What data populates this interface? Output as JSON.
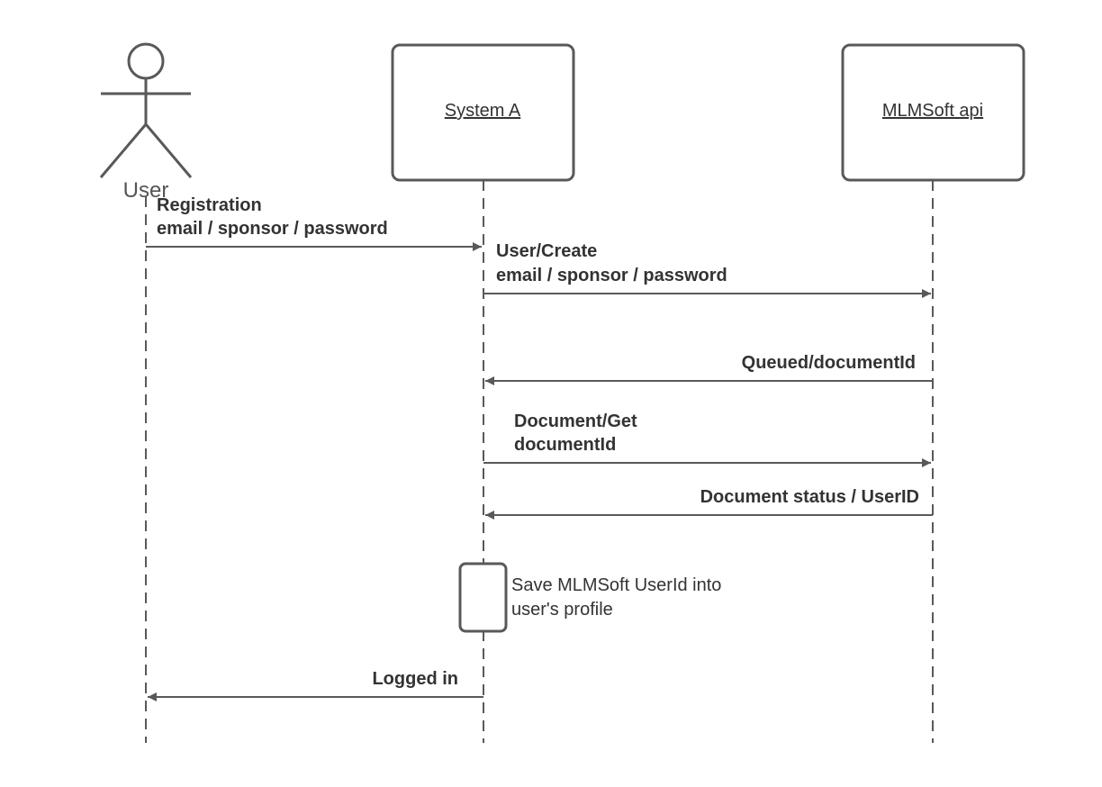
{
  "participants": {
    "user": "User",
    "system_a": "System A",
    "mlmsoft": "MLMSoft api"
  },
  "messages": {
    "registration": {
      "line1": "Registration",
      "line2": "email / sponsor / password"
    },
    "user_create": {
      "line1": "User/Create",
      "line2": "email / sponsor / password"
    },
    "queued": {
      "line1": "Queued/documentId"
    },
    "document_get": {
      "line1": "Document/Get",
      "line2": "documentId"
    },
    "document_status": {
      "line1": "Document status / UserID"
    },
    "save_note": {
      "line1": "Save MLMSoft UserId into",
      "line2": "user's profile"
    },
    "logged_in": {
      "line1": "Logged in"
    }
  },
  "colors": {
    "line": "#595959",
    "text": "#333333"
  }
}
